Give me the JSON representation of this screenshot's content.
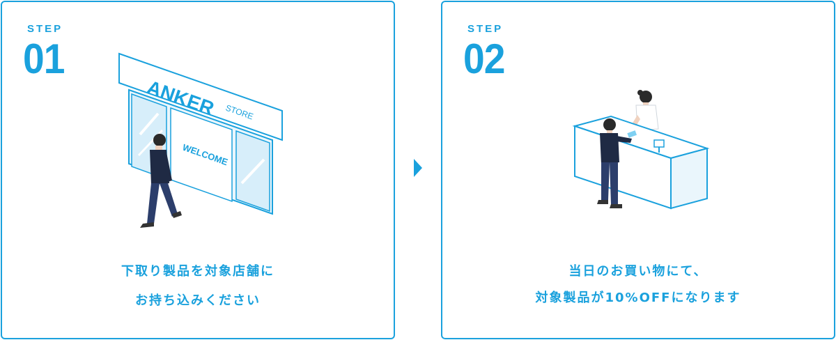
{
  "steps": [
    {
      "label": "STEP",
      "number": "01",
      "caption_line1": "下取り製品を対象店舗に",
      "caption_line2": "お持ち込みください",
      "store_sign": "ANKER",
      "store_sign_sub": "STORE",
      "welcome": "WELCOME"
    },
    {
      "label": "STEP",
      "number": "02",
      "caption_line1": "当日のお買い物にて、",
      "caption_line2": "対象製品が10%OFFになります"
    }
  ],
  "colors": {
    "accent": "#1aa1dd",
    "light_blue": "#d7eefa",
    "dark_navy": "#1f2a44",
    "skin": "#f0d2bf"
  },
  "icons": {
    "next_step": "triangle-right-icon"
  }
}
